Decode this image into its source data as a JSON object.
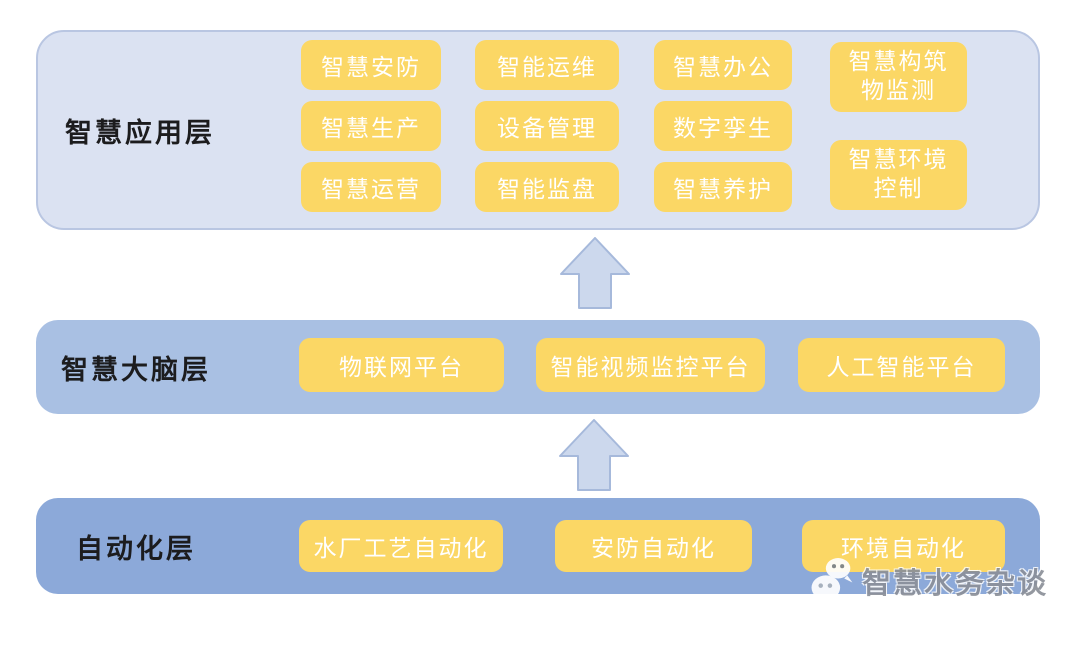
{
  "diagram": {
    "title_hint": "smart-water-architecture",
    "colors": {
      "page_background": "#ffffff",
      "application_layer_bg": "#dbe2f2",
      "brain_layer_bg": "#a9c0e3",
      "automation_layer_bg": "#8ca9d9",
      "chip_bg": "#fbd765",
      "chip_text": "#ffffff",
      "label_text": "#1c1c1e",
      "arrow_fill": "#ccd8ed",
      "arrow_stroke": "#a6b9db"
    },
    "layers": [
      {
        "label": "智慧应用层",
        "columns": [
          {
            "chips": [
              "智慧安防",
              "智慧生产",
              "智慧运营"
            ]
          },
          {
            "chips": [
              "智能运维",
              "设备管理",
              "智能监盘"
            ]
          },
          {
            "chips": [
              "智慧办公",
              "数字孪生",
              "智慧养护"
            ]
          },
          {
            "chips": [
              "智慧构筑物监测",
              "智慧环境控制"
            ]
          }
        ]
      },
      {
        "label": "智慧大脑层",
        "chips": [
          "物联网平台",
          "智能视频监控平台",
          "人工智能平台"
        ]
      },
      {
        "label": "自动化层",
        "chips": [
          "水厂工艺自动化",
          "安防自动化",
          "环境自动化"
        ]
      }
    ],
    "arrows": [
      {
        "name": "arrow-automation-to-brain",
        "direction": "up"
      },
      {
        "name": "arrow-brain-to-application",
        "direction": "up"
      }
    ],
    "watermark": {
      "icon": "wechat-icon",
      "text": "智慧水务杂谈"
    }
  }
}
